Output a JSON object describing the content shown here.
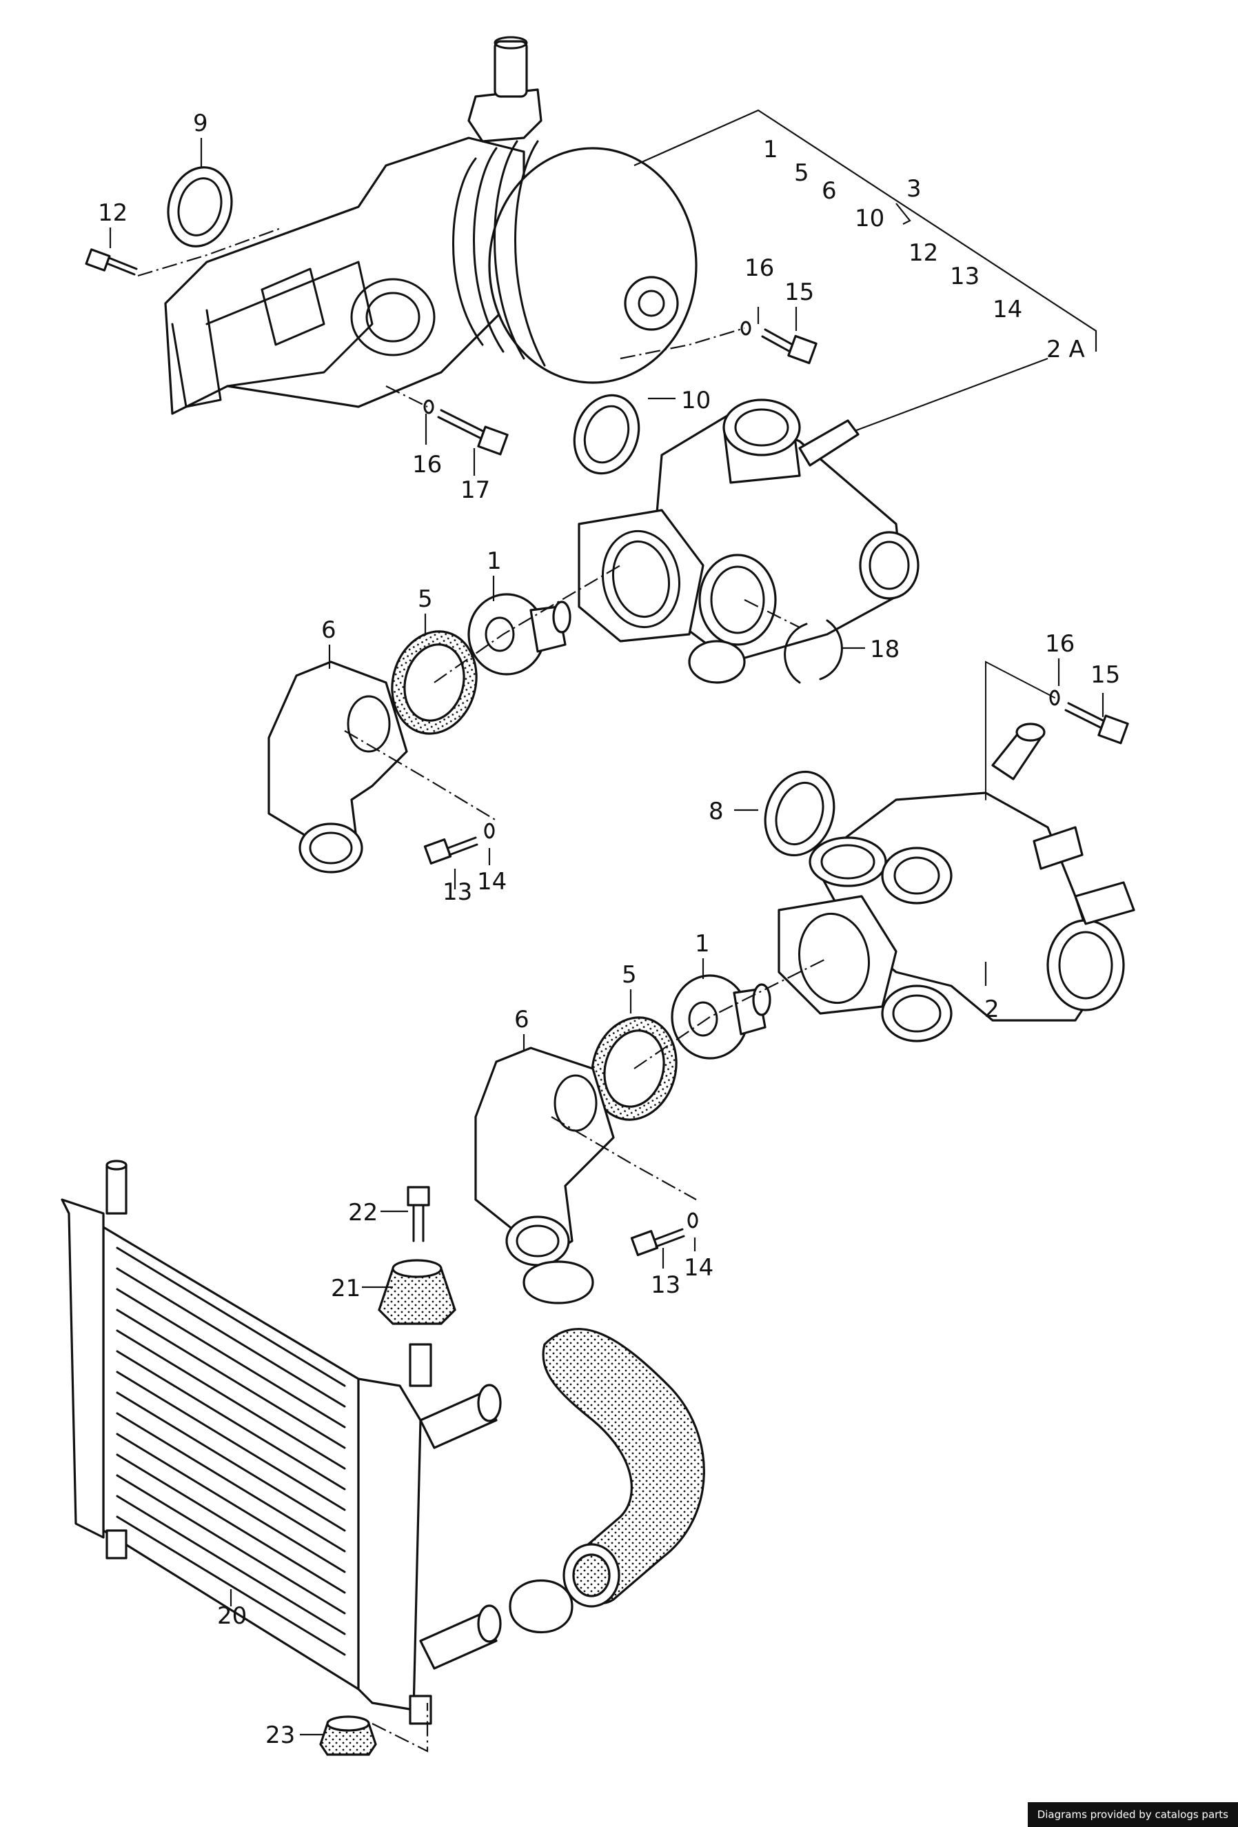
{
  "diagram": {
    "callouts": [
      "1",
      "5",
      "6",
      "10",
      "3",
      "12",
      "13",
      "14",
      "2 A",
      "9",
      "16",
      "15",
      "17",
      "18",
      "8",
      "2",
      "22",
      "21",
      "20",
      "23"
    ]
  },
  "footer": {
    "text": "Diagrams provided by catalogs parts"
  }
}
